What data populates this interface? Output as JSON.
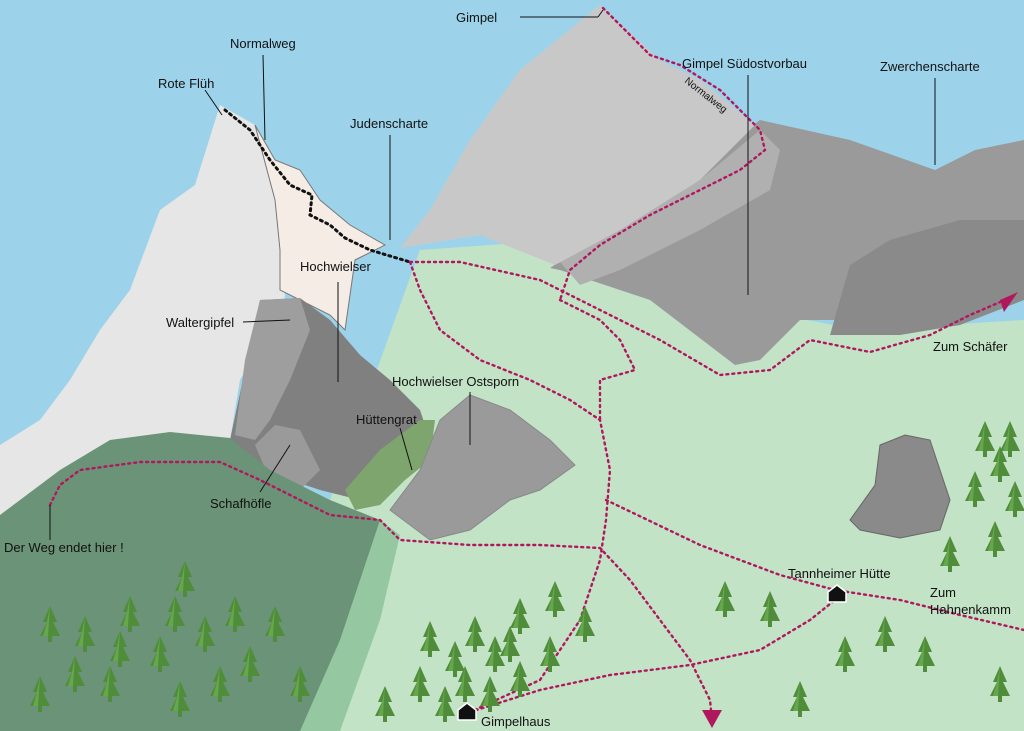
{
  "labels": {
    "gimpel": "Gimpel",
    "normalweg": "Normalweg",
    "rote_flueh": "Rote Flüh",
    "judenscharte": "Judenscharte",
    "gimpel_suedostvorbau": "Gimpel Südostvorbau",
    "normalweg_small": "Normalweg",
    "zwerchenscharte": "Zwerchenscharte",
    "hochwielser": "Hochwielser",
    "waltergipfel": "Waltergipfel",
    "hochwielser_ostsporn": "Hochwielser Ostsporn",
    "huettengrat": "Hüttengrat",
    "schafhoefle": "Schafhöfle",
    "zum_schaefer": "Zum Schäfer",
    "weg_endet": "Der Weg endet hier !",
    "tannheimer_huette": "Tannheimer Hütte",
    "zum_hahnenkamm_1": "Zum",
    "zum_hahnenkamm_2": "Hahnenkamm",
    "gimpelhaus": "Gimpelhaus"
  },
  "colors": {
    "sky": "#9dd3ea",
    "meadow": "#c3e3c7",
    "forest": "#6a9377",
    "forest_light": "#95c7a0",
    "rock_light": "#e6e6e6",
    "rock_mid": "#c8c8c8",
    "rock_dark": "#9a9a9a",
    "rock_darker": "#808080",
    "rote_flueh_face": "#f4ece5",
    "trail": "#b0185e",
    "tree": "#4f8d3b"
  },
  "icons": {
    "hut": "hut-icon",
    "tree": "fir-tree-icon",
    "arrow": "arrow-head-icon"
  }
}
